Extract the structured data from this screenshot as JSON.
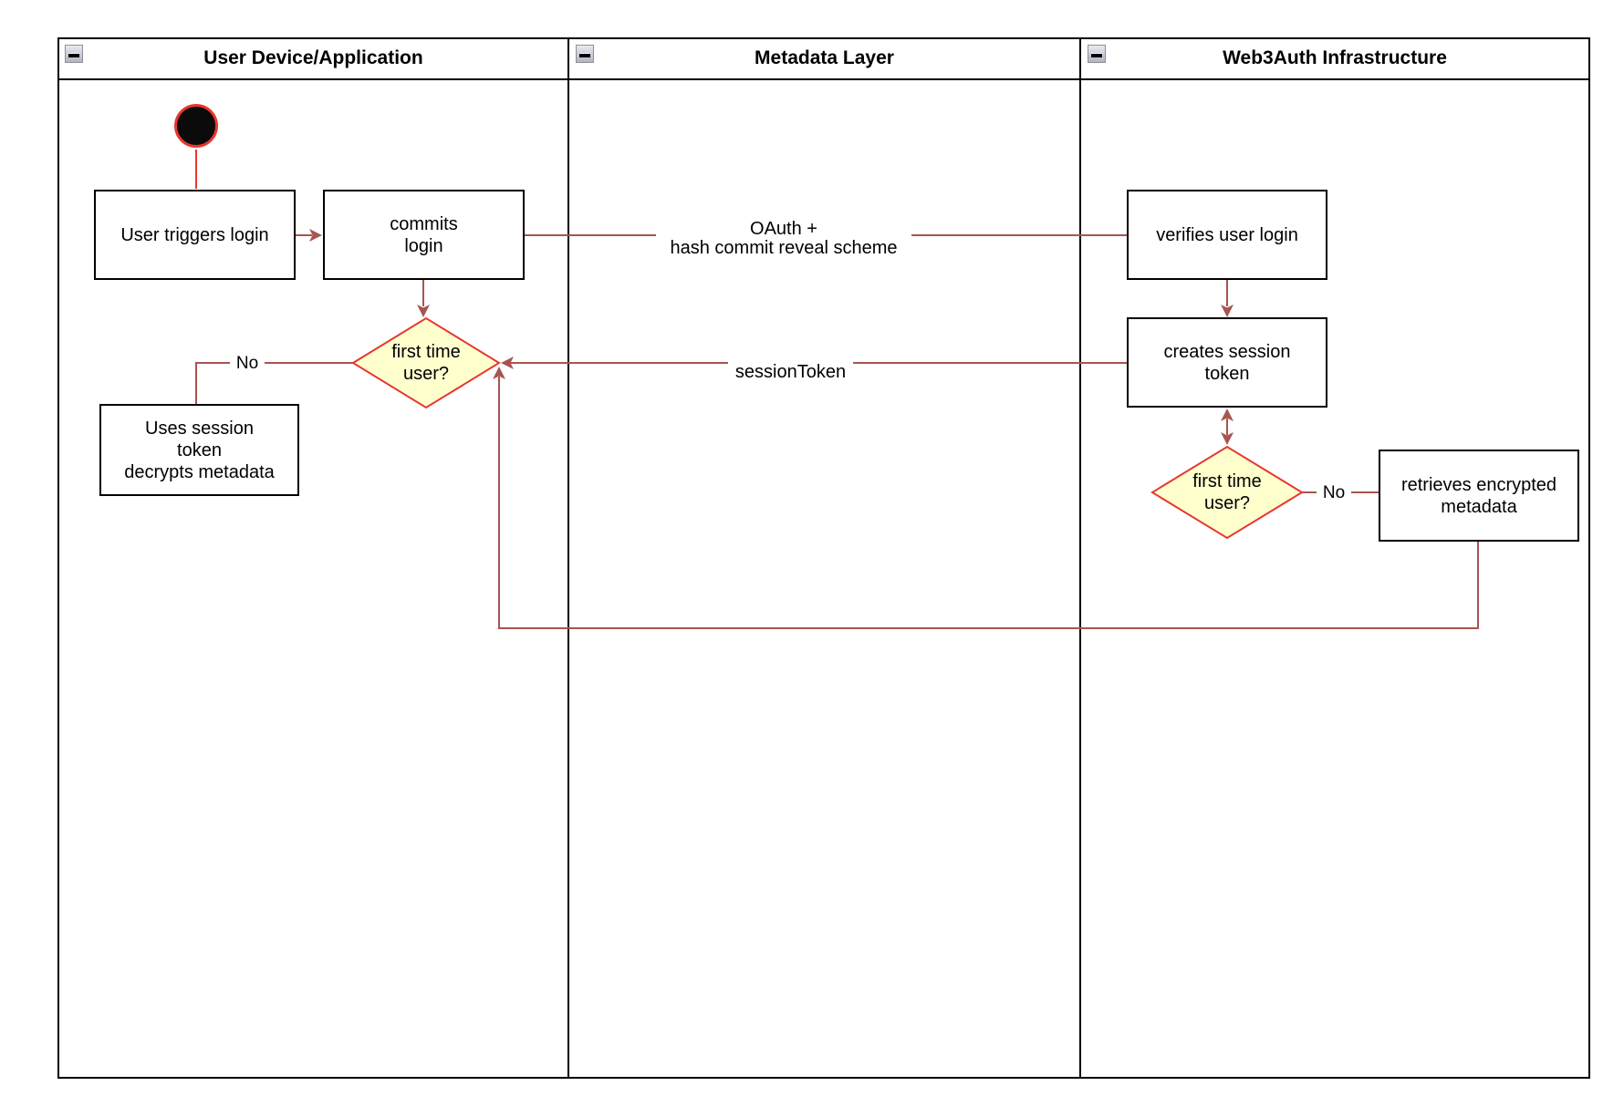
{
  "diagram": {
    "lanes": [
      {
        "id": "user-device",
        "title": "User Device/Application"
      },
      {
        "id": "metadata-layer",
        "title": "Metadata Layer"
      },
      {
        "id": "web3auth-infra",
        "title": "Web3Auth Infrastructure"
      }
    ],
    "nodes": {
      "start": {
        "type": "initial-node"
      },
      "user_triggers_login": {
        "label": "User triggers login"
      },
      "commits_login": {
        "label": "commits\nlogin"
      },
      "first_time_user_device": {
        "label": "first time\nuser?"
      },
      "uses_session_token": {
        "label": "Uses session\ntoken\ndecrypts metadata"
      },
      "verifies_user_login": {
        "label": "verifies user login"
      },
      "creates_session_token": {
        "label": "creates session\ntoken"
      },
      "first_time_user_infra": {
        "label": "first time\nuser?"
      },
      "retrieves_encrypted_metadata": {
        "label": "retrieves encrypted\nmetadata"
      }
    },
    "edge_labels": {
      "oauth": "OAuth +\nhash commit reveal scheme",
      "session_token": "sessionToken",
      "no_device": "No",
      "no_infra": "No"
    },
    "colors": {
      "connector": "#a85450",
      "accent_red": "#e8372e",
      "decision_fill": "#ffffce",
      "node_border": "#000000",
      "lane_border": "#000000"
    }
  }
}
